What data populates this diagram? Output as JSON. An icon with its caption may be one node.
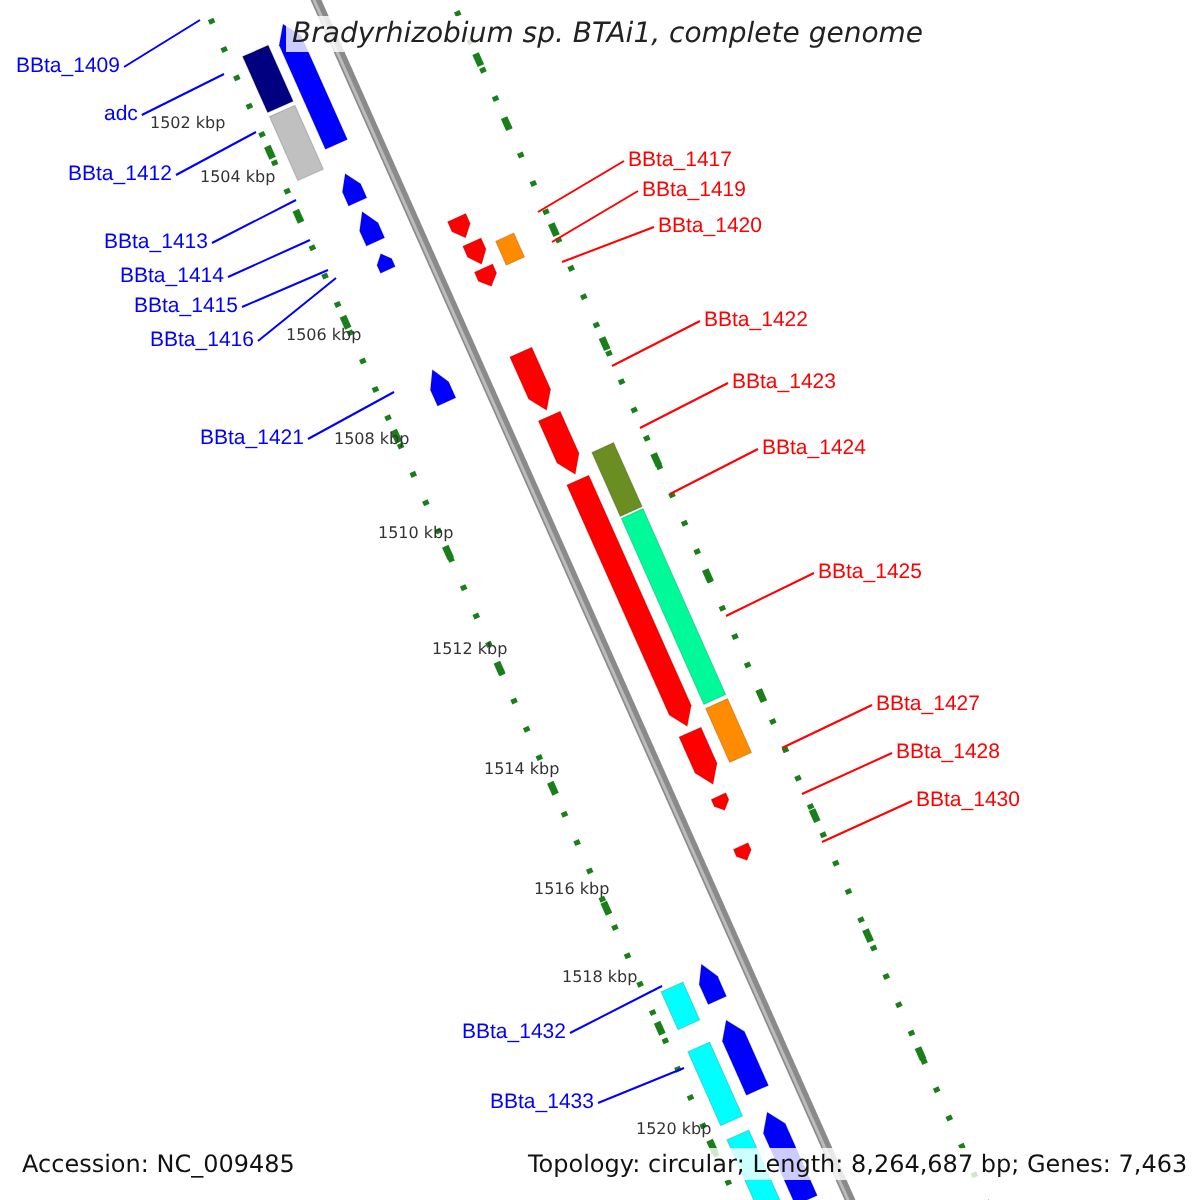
{
  "diagram": {
    "title": "Bradyrhizobium sp. BTAi1, complete genome",
    "nodes": [
      {
        "text": [
          "BBta_1409"
        ]
      },
      {
        "text": [
          "adc"
        ]
      },
      {
        "text": [
          "BBta_1412"
        ]
      },
      {
        "text": [
          "BBta_1413"
        ]
      },
      {
        "text": [
          "BBta_1414"
        ]
      },
      {
        "text": [
          "BBta_1415"
        ]
      },
      {
        "text": [
          "BBta_1416"
        ]
      },
      {
        "text": [
          "BBta_1421"
        ]
      },
      {
        "text": [
          "BBta_1417"
        ]
      },
      {
        "text": [
          "BBta_1419"
        ]
      },
      {
        "text": [
          "BBta_1420"
        ]
      },
      {
        "text": [
          "BBta_1422"
        ]
      },
      {
        "text": [
          "BBta_1423"
        ]
      },
      {
        "text": [
          "BBta_1424"
        ]
      },
      {
        "text": [
          "BBta_1425"
        ]
      },
      {
        "text": [
          "BBta_1427"
        ]
      },
      {
        "text": [
          "BBta_1428"
        ]
      },
      {
        "text": [
          "BBta_1430"
        ]
      },
      {
        "text": [
          "BBta_1432"
        ]
      },
      {
        "text": [
          "BBta_1433"
        ]
      }
    ],
    "edges": [
      {
        "from": 0,
        "to": null,
        "arrow": "none"
      },
      {
        "from": 1,
        "to": null,
        "arrow": "none"
      },
      {
        "from": 2,
        "to": null,
        "arrow": "none"
      },
      {
        "from": 3,
        "to": null,
        "arrow": "none"
      },
      {
        "from": 4,
        "to": null,
        "arrow": "none"
      },
      {
        "from": 5,
        "to": null,
        "arrow": "none"
      },
      {
        "from": 6,
        "to": null,
        "arrow": "none"
      },
      {
        "from": 7,
        "to": null,
        "arrow": "none"
      },
      {
        "from": 8,
        "to": null,
        "arrow": "none",
        "color": "#ff0000"
      },
      {
        "from": 9,
        "to": null,
        "arrow": "none",
        "color": "#ff0000"
      },
      {
        "from": 10,
        "to": null,
        "arrow": "none",
        "color": "#ff0000"
      },
      {
        "from": 11,
        "to": null,
        "arrow": "none",
        "color": "#ff0000"
      },
      {
        "from": 12,
        "to": null,
        "arrow": "none",
        "color": "#ff0000"
      },
      {
        "from": 13,
        "to": null,
        "arrow": "none",
        "color": "#ff0000"
      },
      {
        "from": 14,
        "to": null,
        "arrow": "none",
        "color": "#ff0000"
      },
      {
        "from": 15,
        "to": null,
        "arrow": "none",
        "color": "#ff0000"
      },
      {
        "from": 16,
        "to": null,
        "arrow": "none",
        "color": "#ff0000"
      },
      {
        "from": 17,
        "to": null,
        "arrow": "none",
        "color": "#ff0000"
      },
      {
        "from": 18,
        "to": null,
        "arrow": "none"
      },
      {
        "from": 19,
        "to": null,
        "arrow": "none"
      }
    ],
    "labels": [
      "1502 kbp",
      "1504 kbp",
      "1506 kbp",
      "1508 kbp",
      "1510 kbp",
      "1512 kbp",
      "1514 kbp",
      "1516 kbp",
      "1518 kbp",
      "1520 kbp",
      "Accession: NC_009485",
      "Topology: circular; Length: 8,264,687 bp; Genes: 7,463"
    ]
  }
}
